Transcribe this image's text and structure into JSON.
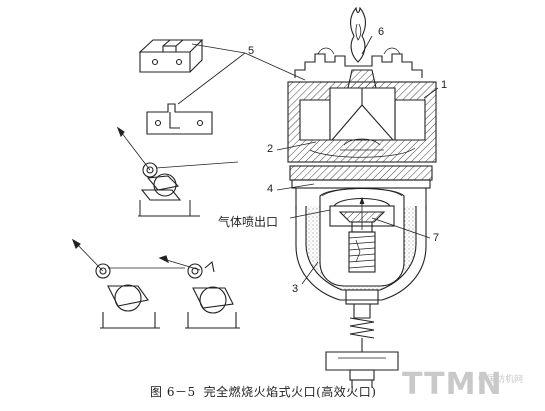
{
  "figure": {
    "caption_number": "图 6－5",
    "caption_title": "完全燃烧火焰式火口(高效火口)",
    "outlet_label": "气体喷出口",
    "part_labels": [
      "1",
      "2",
      "3",
      "4",
      "5",
      "6",
      "7"
    ]
  },
  "watermark": {
    "brand": "TTMN",
    "site": "中国纺机网"
  }
}
